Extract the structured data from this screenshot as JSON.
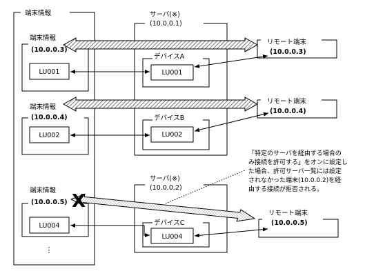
{
  "terminal_group": {
    "title": "端末情報",
    "terminals": [
      {
        "title": "端末情報",
        "address": "(10.0.0.3)",
        "lu": "LU001"
      },
      {
        "title": "端末情報",
        "address": "(10.0.0.4)",
        "lu": "LU002"
      },
      {
        "title": "端末情報",
        "address": "(10.0.0.5)",
        "lu": "LU004"
      }
    ],
    "more_marker": "⋮"
  },
  "servers": [
    {
      "title": "サーバ(※)",
      "address": "(10.0.0.1)",
      "devices": [
        {
          "label": "デバイスA",
          "lu": "LU001"
        },
        {
          "label": "デバイスB",
          "lu": "LU002"
        }
      ]
    },
    {
      "title": "サーバ(※)",
      "address": "(10.0.0.2)",
      "devices": [
        {
          "label": "デバイスC",
          "lu": "LU004"
        }
      ]
    }
  ],
  "remote_terminals": [
    {
      "label": "リモート端末",
      "address": "(10.0.0.3)"
    },
    {
      "label": "リモート端末",
      "address": "(10.0.0.4)"
    },
    {
      "label": "リモート端末",
      "address": "(10.0.0.5)"
    }
  ],
  "reject_mark": "X",
  "annotation": {
    "lines": [
      "「特定のサーバを経由する場合の",
      "み接続を許可する」をオンに設定し",
      "た場合、許可サーバ一覧には設定",
      "されなかった端末(10.0.0.2)を経",
      "由する接続が拒否される。"
    ]
  }
}
